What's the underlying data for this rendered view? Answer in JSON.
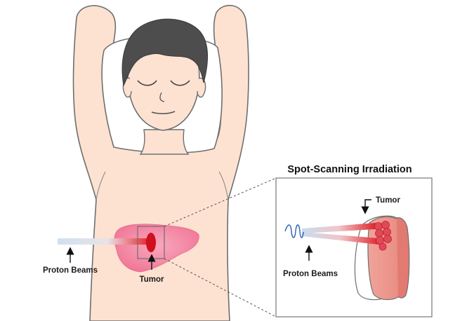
{
  "labels": {
    "proton_beams_left": "Proton Beams",
    "tumor_left": "Tumor",
    "inset_title": "Spot-Scanning Irradiation",
    "tumor_inset": "Tumor",
    "proton_beams_inset": "Proton Beams"
  },
  "colors": {
    "skin": "#fde2d2",
    "outline": "#6f6f6f",
    "hair": "#4d4d4d",
    "liver": "#f58aa6",
    "tumor": "#d0101e",
    "beam_start": "#b9d4ec",
    "beam_end": "#e5262f",
    "inset_border": "#8a8a8a"
  }
}
